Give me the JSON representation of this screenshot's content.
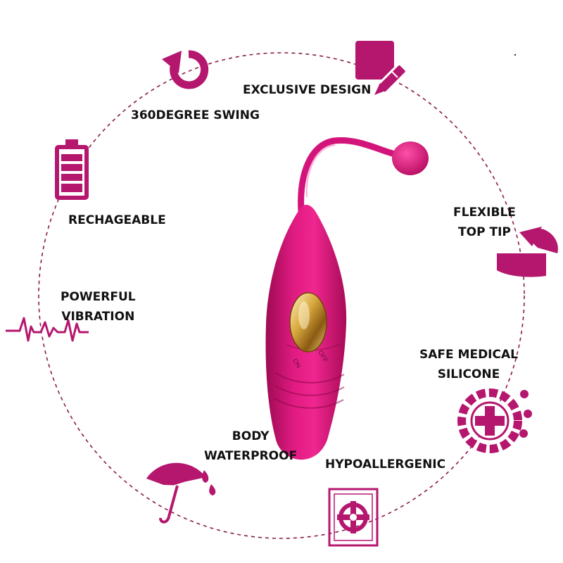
{
  "colors": {
    "accent": "#b5166e",
    "product": "#e2127d",
    "dashed_ring": "#8a1b4b",
    "text": "#111111"
  },
  "features": [
    {
      "icon": "rotate-icon",
      "lines": [
        "360DEGREE SWING"
      ]
    },
    {
      "icon": "design-pencil-icon",
      "lines": [
        "EXCLUSIVE DESIGN"
      ]
    },
    {
      "icon": "battery-icon",
      "lines": [
        "RECHAGEABLE"
      ]
    },
    {
      "icon": "flexible-tip-icon",
      "lines": [
        "FLEXIBLE",
        "TOP TIP"
      ]
    },
    {
      "icon": "heartbeat-icon",
      "lines": [
        "POWERFUL",
        "VIBRATION"
      ]
    },
    {
      "icon": "medical-cross-icon",
      "lines": [
        "SAFE MEDICAL",
        "SILICONE"
      ]
    },
    {
      "icon": "umbrella-icon",
      "lines": [
        "BODY",
        "WATERPROOF"
      ]
    },
    {
      "icon": "target-frame-icon",
      "lines": [
        "HYPOALLERGENIC"
      ]
    }
  ],
  "product": {
    "switch_on": "ON",
    "switch_off": "OFF"
  }
}
